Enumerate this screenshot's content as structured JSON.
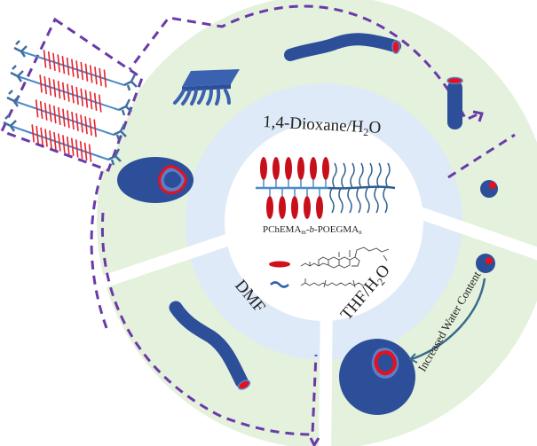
{
  "diagram": {
    "center_label": {
      "polymer_main": "PChEMA",
      "polymer_sub_m": "m",
      "block_sep_1": "-",
      "block_sep_b": "b",
      "block_sep_2": "-POEGMA",
      "polymer_sub_n": "n"
    },
    "sectors": [
      {
        "id": "dioxane",
        "label_main": "1,4-Dioxane/H",
        "label_sub": "2",
        "label_tail": "O",
        "morphologies": [
          "lamellar-packing-inset",
          "nanosheet",
          "worm-tube",
          "rod-cylinder",
          "ellipsoidal-vesicle",
          "small-micelle"
        ]
      },
      {
        "id": "dmf",
        "label_main": "DMF",
        "morphologies": [
          "worm-cylinder"
        ]
      },
      {
        "id": "thf",
        "label_main": "THF/H",
        "label_sub": "2",
        "label_tail": "O",
        "morphologies": [
          "large-compound-sphere",
          "small-micelle"
        ],
        "arrow_label": "Increased Water Content"
      }
    ],
    "legend": [
      {
        "symbol": "red-ellipse",
        "meaning": "cholesteryl side group"
      },
      {
        "symbol": "blue-wave",
        "meaning": "oligo(ethylene glycol) side chain"
      }
    ],
    "colors": {
      "outer_ring": "#e4f1dc",
      "inner_ring": "#deeaf7",
      "core": "#ffffff",
      "particle_blue": "#2d4f9a",
      "particle_light_blue": "#5b7fc8",
      "core_red": "#e8101c",
      "dashed_purple": "#6a3aa8",
      "chain_blue": "#4a8ac8",
      "chain_dark_blue": "#2f5f8f"
    }
  }
}
